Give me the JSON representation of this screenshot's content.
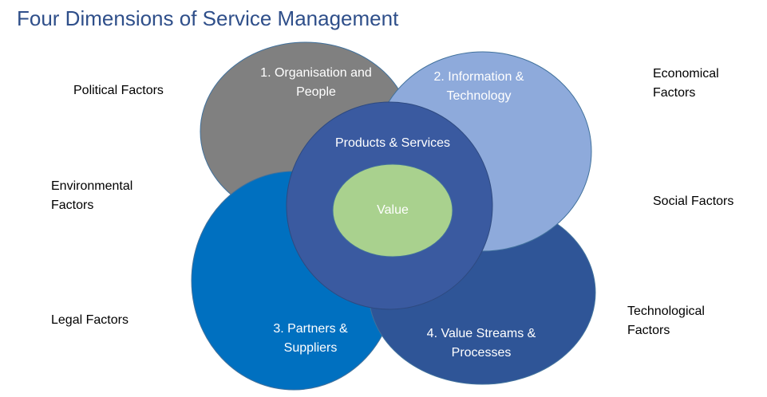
{
  "title": "Four Dimensions of Service Management",
  "factors": {
    "political": [
      "Political Factors"
    ],
    "environmental": [
      "Environmental",
      "Factors"
    ],
    "legal": [
      "Legal Factors"
    ],
    "economical": [
      "Economical",
      "Factors"
    ],
    "social": [
      "Social Factors"
    ],
    "technological": [
      "Technological",
      "Factors"
    ]
  },
  "dimensions": {
    "organisation": [
      "1. Organisation and",
      "People"
    ],
    "information": [
      "2. Information &",
      "Technology"
    ],
    "partners": [
      "3. Partners &",
      "Suppliers"
    ],
    "value_streams": [
      "4. Value Streams &",
      "Processes"
    ]
  },
  "center": {
    "products": "Products & Services",
    "value": "Value"
  },
  "colors": {
    "title": "#2f4f8a",
    "organisation": "#808080",
    "information": "#8eaadb",
    "partners": "#0070c0",
    "value_streams": "#2f5597",
    "products": "#3a5aa0",
    "value": "#a9d18e",
    "outline": "#41719c"
  }
}
